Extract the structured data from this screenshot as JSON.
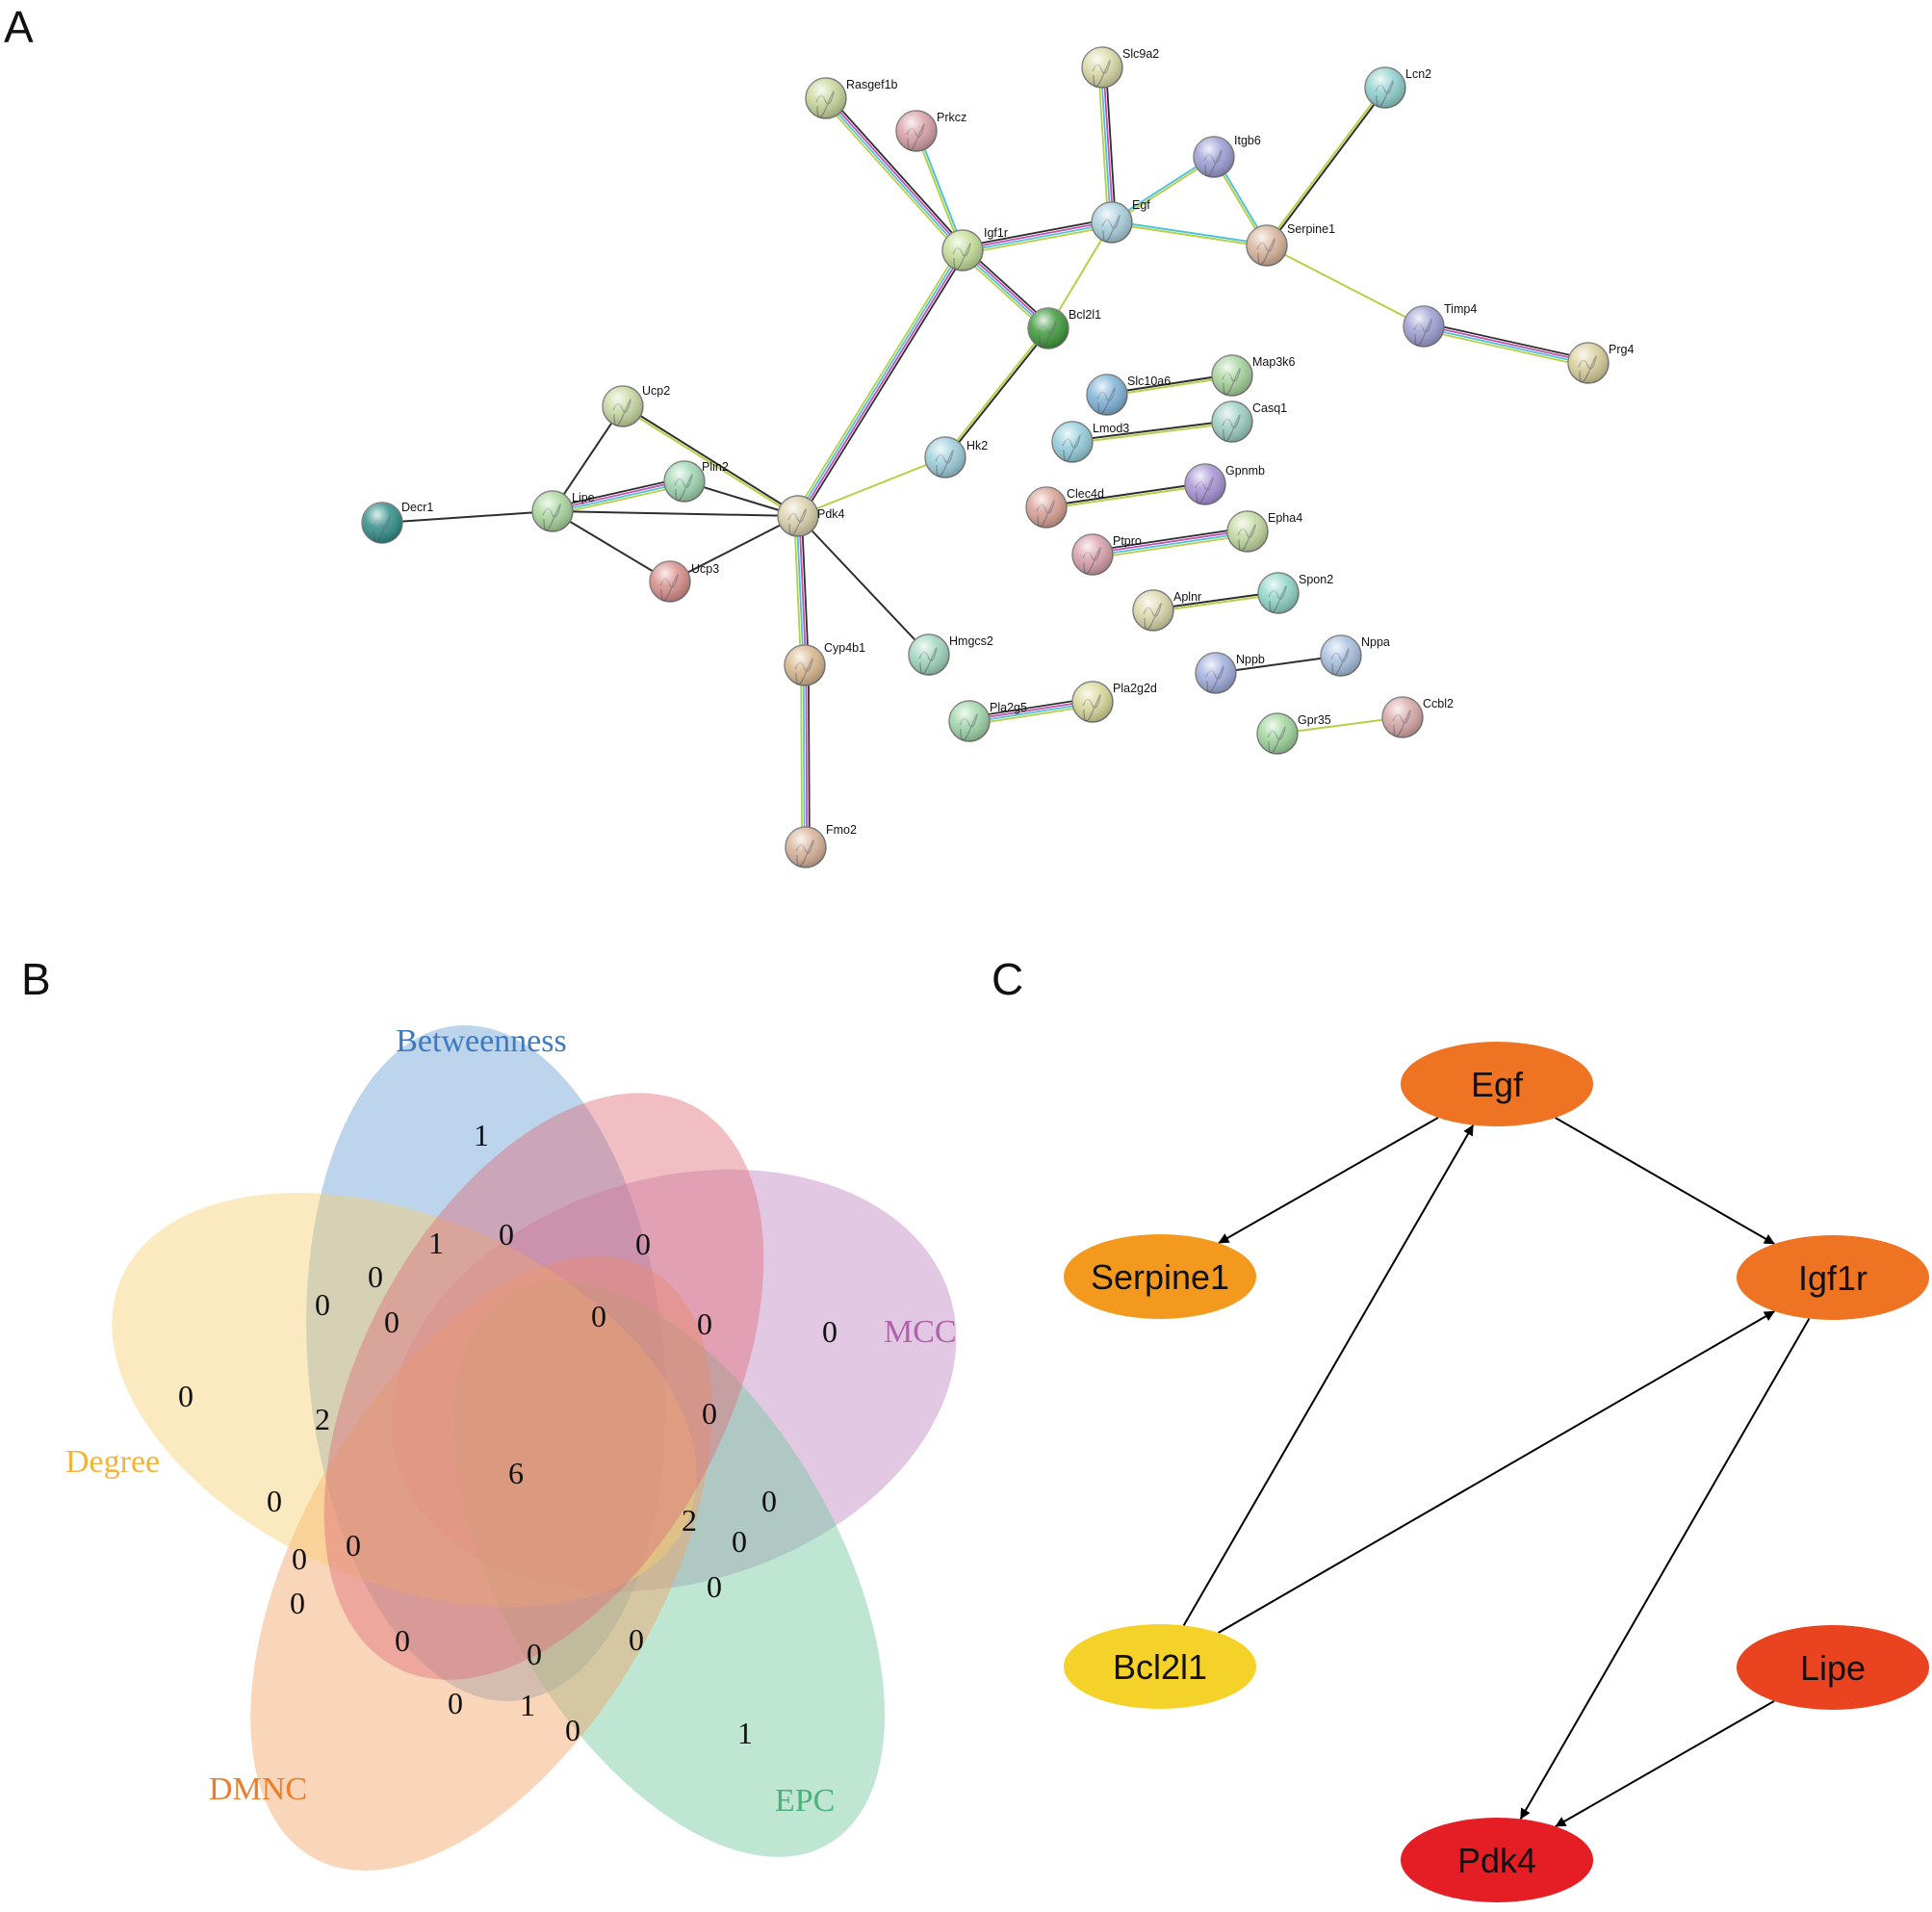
{
  "panels": {
    "a": {
      "letter": "A",
      "nodes": [
        {
          "id": "slc9a2",
          "label": "Slc9a2",
          "color": "#d9d9a6"
        },
        {
          "id": "lcn2",
          "label": "Lcn2",
          "color": "#8fd1cf"
        },
        {
          "id": "rasgef1b",
          "label": "Rasgef1b",
          "color": "#c7d69a"
        },
        {
          "id": "prkcz",
          "label": "Prkcz",
          "color": "#d9a0a8"
        },
        {
          "id": "itgb6",
          "label": "Itgb6",
          "color": "#9c9fd6"
        },
        {
          "id": "igf1r",
          "label": "Igf1r",
          "color": "#c3dd96"
        },
        {
          "id": "egf",
          "label": "Egf",
          "color": "#a9cfdc"
        },
        {
          "id": "serpine1",
          "label": "Serpine1",
          "color": "#d9b49a"
        },
        {
          "id": "bcl2l1",
          "label": "Bcl2l1",
          "color": "#3d9a3a"
        },
        {
          "id": "timp4",
          "label": "Timp4",
          "color": "#9f9fd6"
        },
        {
          "id": "prg4",
          "label": "Prg4",
          "color": "#d9cf9a"
        },
        {
          "id": "slc10a6",
          "label": "Slc10a6",
          "color": "#7fb3d9"
        },
        {
          "id": "map3k6",
          "label": "Map3k6",
          "color": "#a6d49c"
        },
        {
          "id": "casq1",
          "label": "Casq1",
          "color": "#9ccfc2"
        },
        {
          "id": "lmod3",
          "label": "Lmod3",
          "color": "#94cfdc"
        },
        {
          "id": "ucp2",
          "label": "Ucp2",
          "color": "#c9d8a0"
        },
        {
          "id": "hk2",
          "label": "Hk2",
          "color": "#9ccfdc"
        },
        {
          "id": "gpnmb",
          "label": "Gpnmb",
          "color": "#a894d6"
        },
        {
          "id": "clec4d",
          "label": "Clec4d",
          "color": "#d9a094"
        },
        {
          "id": "plin2",
          "label": "Plin2",
          "color": "#9dd6b0"
        },
        {
          "id": "decr1",
          "label": "Decr1",
          "color": "#2f8f8a"
        },
        {
          "id": "lipe",
          "label": "Lipe",
          "color": "#a8d69c"
        },
        {
          "id": "pdk4",
          "label": "Pdk4",
          "color": "#d9cfaa"
        },
        {
          "id": "epha4",
          "label": "Epha4",
          "color": "#c3d9a0"
        },
        {
          "id": "ptpro",
          "label": "Ptpro",
          "color": "#d9a0ac"
        },
        {
          "id": "ucp3",
          "label": "Ucp3",
          "color": "#d98f8a"
        },
        {
          "id": "spon2",
          "label": "Spon2",
          "color": "#8fd6c8"
        },
        {
          "id": "aplnr",
          "label": "Aplnr",
          "color": "#dad8aa"
        },
        {
          "id": "hmgcs2",
          "label": "Hmgcs2",
          "color": "#a0d6c0"
        },
        {
          "id": "cyp4b1",
          "label": "Cyp4b1",
          "color": "#d9b88f"
        },
        {
          "id": "nppa",
          "label": "Nppa",
          "color": "#a8c0e0"
        },
        {
          "id": "nppb",
          "label": "Nppb",
          "color": "#a0aede"
        },
        {
          "id": "pla2g5",
          "label": "Pla2g5",
          "color": "#9fd6a8"
        },
        {
          "id": "pla2g2d",
          "label": "Pla2g2d",
          "color": "#d9d99a"
        },
        {
          "id": "ccbl2",
          "label": "Ccbl2",
          "color": "#d9a8a8"
        },
        {
          "id": "gpr35",
          "label": "Gpr35",
          "color": "#9fd69c"
        },
        {
          "id": "fmo2",
          "label": "Fmo2",
          "color": "#d9b39a"
        }
      ],
      "edges": [
        {
          "source": "slc9a2",
          "target": "egf",
          "type": "multi"
        },
        {
          "source": "rasgef1b",
          "target": "igf1r",
          "type": "multi"
        },
        {
          "source": "prkcz",
          "target": "igf1r",
          "type": "double"
        },
        {
          "source": "igf1r",
          "target": "egf",
          "type": "multi"
        },
        {
          "source": "igf1r",
          "target": "bcl2l1",
          "type": "multi"
        },
        {
          "source": "igf1r",
          "target": "pdk4",
          "type": "multi"
        },
        {
          "source": "egf",
          "target": "itgb6",
          "type": "double"
        },
        {
          "source": "egf",
          "target": "serpine1",
          "type": "double"
        },
        {
          "source": "egf",
          "target": "bcl2l1",
          "type": "single"
        },
        {
          "source": "itgb6",
          "target": "serpine1",
          "type": "double"
        },
        {
          "source": "lcn2",
          "target": "serpine1",
          "type": "double-dark"
        },
        {
          "source": "serpine1",
          "target": "timp4",
          "type": "single"
        },
        {
          "source": "timp4",
          "target": "prg4",
          "type": "multi"
        },
        {
          "source": "bcl2l1",
          "target": "hk2",
          "type": "double-dark"
        },
        {
          "source": "hk2",
          "target": "pdk4",
          "type": "single"
        },
        {
          "source": "ucp2",
          "target": "lipe",
          "type": "dark"
        },
        {
          "source": "ucp2",
          "target": "pdk4",
          "type": "double-dark"
        },
        {
          "source": "decr1",
          "target": "lipe",
          "type": "dark"
        },
        {
          "source": "lipe",
          "target": "plin2",
          "type": "multi"
        },
        {
          "source": "lipe",
          "target": "pdk4",
          "type": "dark"
        },
        {
          "source": "lipe",
          "target": "ucp3",
          "type": "dark"
        },
        {
          "source": "plin2",
          "target": "pdk4",
          "type": "dark"
        },
        {
          "source": "ucp3",
          "target": "pdk4",
          "type": "dark"
        },
        {
          "source": "pdk4",
          "target": "hmgcs2",
          "type": "dark"
        },
        {
          "source": "pdk4",
          "target": "cyp4b1",
          "type": "multi"
        },
        {
          "source": "cyp4b1",
          "target": "fmo2",
          "type": "multi"
        },
        {
          "source": "slc10a6",
          "target": "map3k6",
          "type": "double-dark"
        },
        {
          "source": "lmod3",
          "target": "casq1",
          "type": "double-dark"
        },
        {
          "source": "clec4d",
          "target": "gpnmb",
          "type": "double-dark"
        },
        {
          "source": "ptpro",
          "target": "epha4",
          "type": "multi"
        },
        {
          "source": "aplnr",
          "target": "spon2",
          "type": "double-dark"
        },
        {
          "source": "nppb",
          "target": "nppa",
          "type": "dark"
        },
        {
          "source": "pla2g5",
          "target": "pla2g2d",
          "type": "multi"
        },
        {
          "source": "gpr35",
          "target": "ccbl2",
          "type": "single"
        }
      ]
    },
    "b": {
      "letter": "B",
      "sets": [
        {
          "id": "betweenness",
          "label": "Betweenness",
          "fill": "#6a9fd4",
          "text": "#3d7ac2"
        },
        {
          "id": "mcc",
          "label": "MCC",
          "fill": "#c184c0",
          "text": "#b062ad"
        },
        {
          "id": "epc",
          "label": "EPC",
          "fill": "#6fc79d",
          "text": "#4fb07e"
        },
        {
          "id": "dmnc",
          "label": "DMNC",
          "fill": "#f2a267",
          "text": "#ee7d2a"
        },
        {
          "id": "degree",
          "label": "Degree",
          "fill": "#f6cf70",
          "text": "#f0b53a"
        },
        {
          "id": "center",
          "label": "",
          "fill": "#de6f7a",
          "text": "#000000"
        }
      ],
      "counts": [
        "1",
        "1",
        "0",
        "0",
        "0",
        "0",
        "0",
        "0",
        "0",
        "0",
        "0",
        "2",
        "0",
        "6",
        "0",
        "2",
        "0",
        "0",
        "0",
        "0",
        "0",
        "0",
        "0",
        "0",
        "0",
        "0",
        "1",
        "0",
        "1"
      ]
    },
    "c": {
      "letter": "C",
      "nodes": [
        {
          "id": "egf",
          "label": "Egf",
          "color": "#ee7424"
        },
        {
          "id": "serpine1",
          "label": "Serpine1",
          "color": "#f39a1e"
        },
        {
          "id": "igf1r",
          "label": "Igf1r",
          "color": "#ee7424"
        },
        {
          "id": "bcl2l1",
          "label": "Bcl2l1",
          "color": "#f5d22a"
        },
        {
          "id": "lipe",
          "label": "Lipe",
          "color": "#e9431f"
        },
        {
          "id": "pdk4",
          "label": "Pdk4",
          "color": "#e51e26"
        }
      ],
      "edges": [
        {
          "source": "egf",
          "target": "serpine1"
        },
        {
          "source": "egf",
          "target": "igf1r"
        },
        {
          "source": "bcl2l1",
          "target": "egf"
        },
        {
          "source": "bcl2l1",
          "target": "igf1r"
        },
        {
          "source": "igf1r",
          "target": "pdk4"
        },
        {
          "source": "lipe",
          "target": "pdk4"
        }
      ]
    }
  }
}
